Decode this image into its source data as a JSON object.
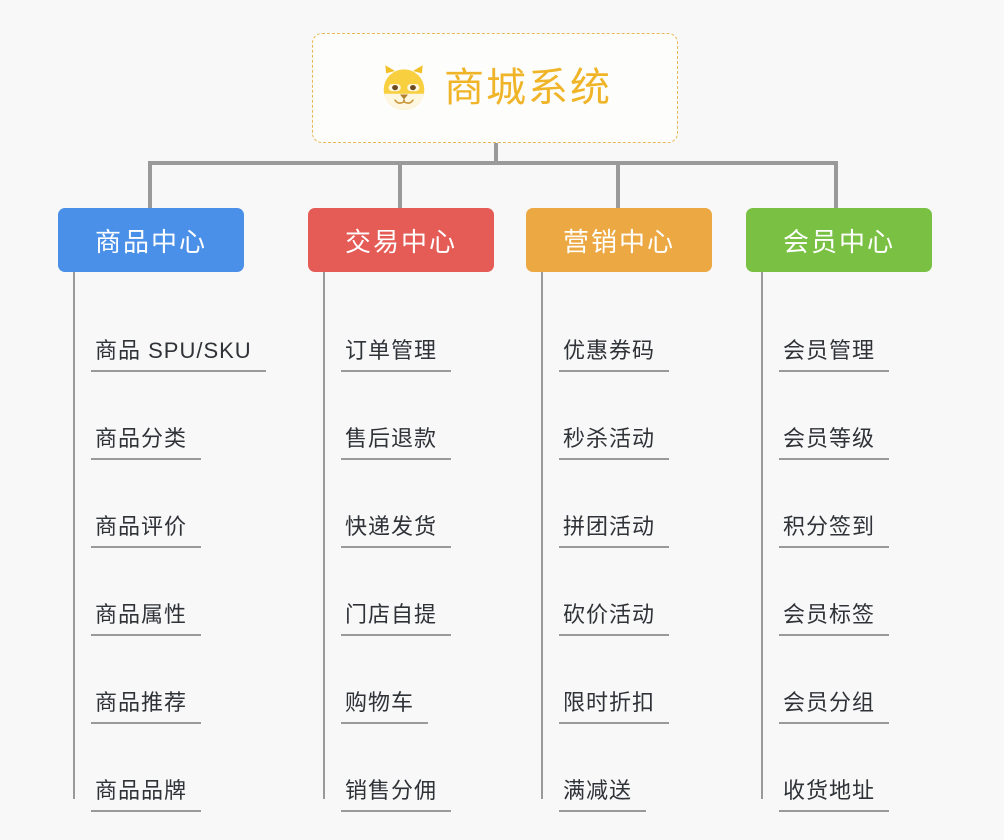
{
  "canvas": {
    "background": "#f8f8f8",
    "connector_color": "#9a9a9a"
  },
  "root": {
    "title": "商城系统",
    "icon": "shiba-dog-face-icon",
    "border_color": "#e8b855",
    "text_color": "#f0b429"
  },
  "branches": [
    {
      "title": "商品中心",
      "color": "#4a90e8",
      "items": [
        "商品 SPU/SKU",
        "商品分类",
        "商品评价",
        "商品属性",
        "商品推荐",
        "商品品牌"
      ]
    },
    {
      "title": "交易中心",
      "color": "#e55b56",
      "items": [
        "订单管理",
        "售后退款",
        "快递发货",
        "门店自提",
        "购物车",
        "销售分佣"
      ]
    },
    {
      "title": "营销中心",
      "color": "#eca842",
      "items": [
        "优惠券码",
        "秒杀活动",
        "拼团活动",
        "砍价活动",
        "限时折扣",
        "满减送"
      ]
    },
    {
      "title": "会员中心",
      "color": "#7ac143",
      "items": [
        "会员管理",
        "会员等级",
        "积分签到",
        "会员标签",
        "会员分组",
        "收货地址"
      ]
    }
  ]
}
